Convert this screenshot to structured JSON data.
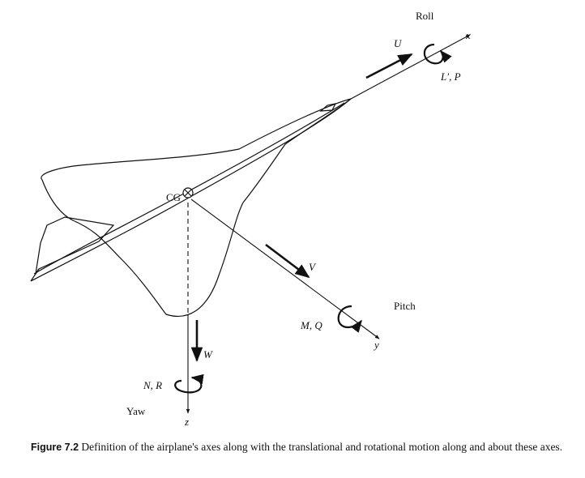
{
  "labels": {
    "roll": "Roll",
    "pitch": "Pitch",
    "yaw": "Yaw",
    "cg": "CG",
    "x_axis": "x",
    "y_axis": "y",
    "z_axis": "z",
    "u": "U",
    "v": "V",
    "w": "W",
    "roll_moment": "L′, P",
    "pitch_moment": "M, Q",
    "yaw_moment": "N, R"
  },
  "caption": {
    "figure_number": "Figure 7.2",
    "text": "Definition of the airplane's axes along with the translational and rotational motion along and about these axes."
  }
}
